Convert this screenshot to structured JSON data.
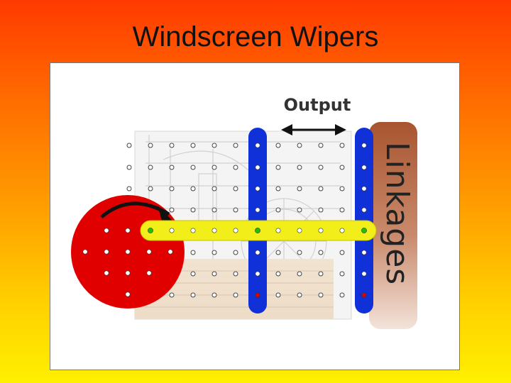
{
  "slide": {
    "title": "Windscreen Wipers"
  },
  "diagram": {
    "output_label": "Output",
    "side_label": "Linkages",
    "colors": {
      "crank_disc": "#e00000",
      "connecting_rod": "#f2ee1a",
      "lever": "#1030d8",
      "pivot_green": "#22c000",
      "pivot_red": "#e00000",
      "side_tab": "#b86a48"
    },
    "icons": {
      "rotation_arrow": "curved-arrow-clockwise",
      "output_arrow": "double-headed-horizontal-arrow"
    }
  }
}
